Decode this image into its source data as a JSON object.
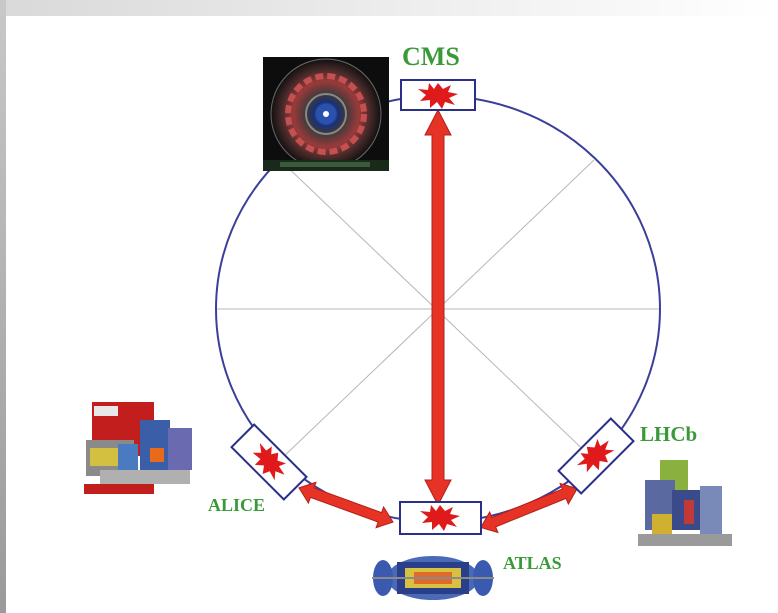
{
  "labels": {
    "cms": "CMS",
    "lhcb": "LHCb",
    "alice": "ALICE",
    "atlas": "ATLAS"
  },
  "colors": {
    "ring": "#3a3f9a",
    "spokes": "#b8b8b8",
    "arrow": "#e63325",
    "label_green": "#3a9a3a",
    "burst": "#e01a1a"
  },
  "icons": {
    "collision": "red-starburst",
    "cms_photo": "cms-detector-photo",
    "alice_image": "alice-detector-image",
    "lhcb_image": "lhcb-detector-image",
    "atlas_image": "atlas-detector-image"
  }
}
